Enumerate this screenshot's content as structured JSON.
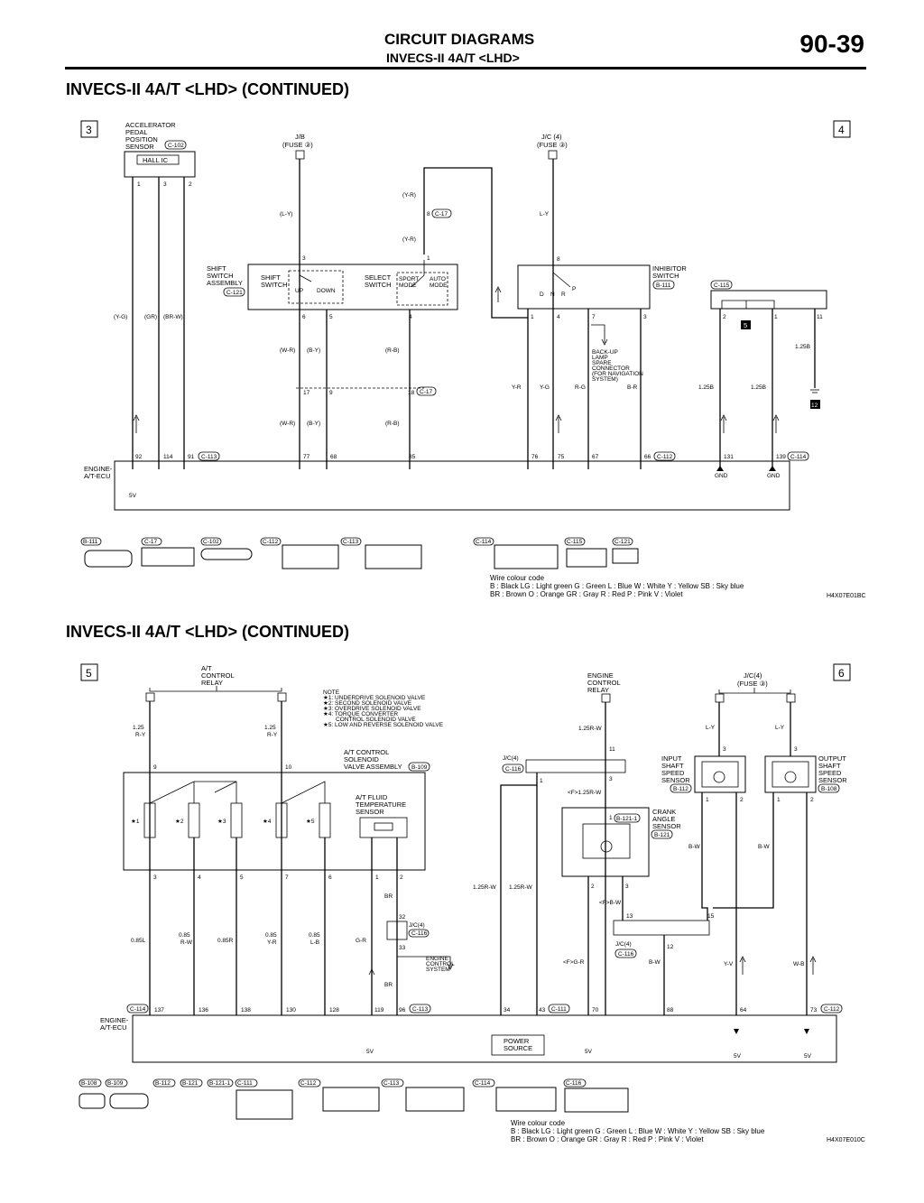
{
  "header": {
    "title": "CIRCUIT DIAGRAMS",
    "subtitle": "INVECS-II 4A/T <LHD>",
    "page_number": "90-39"
  },
  "sections": [
    {
      "title": "INVECS-II 4A/T <LHD> (CONTINUED)",
      "code": "H4X07E01BC"
    },
    {
      "title": "INVECS-II 4A/T <LHD> (CONTINUED)",
      "code": "H4X07E010C"
    }
  ],
  "continuations": {
    "a": "3",
    "b": "4",
    "c": "5",
    "d": "6"
  },
  "wire_colour_legend": {
    "heading": "Wire colour code",
    "line1": "B : Black    LG : Light green    G : Green    L : Blue    W : White    Y : Yellow    SB : Sky blue",
    "line2": "BR : Brown    O : Orange    GR : Gray    R : Red    P : Pink    V : Violet"
  },
  "upper": {
    "accel": [
      "ACCELERATOR",
      "PEDAL",
      "POSITION",
      "SENSOR"
    ],
    "accel_conn": "C-102",
    "hall_ic": "HALL IC",
    "jb": "J/B",
    "fuse3": "(FUSE ③)",
    "jc4": "J/C (4)",
    "shift_assy": [
      "SHIFT",
      "SWITCH",
      "ASSEMBLY"
    ],
    "shift_assy_conn": "C-121",
    "shift_sw": [
      "SHIFT",
      "SWITCH"
    ],
    "up": "UP",
    "down": "DOWN",
    "select_sw": [
      "SELECT",
      "SWITCH"
    ],
    "sport": [
      "SPORT",
      "MODE"
    ],
    "auto": [
      "AUTO",
      "MODE"
    ],
    "inhibitor": [
      "INHIBITOR",
      "SWITCH"
    ],
    "inhibitor_conn": "B-111",
    "backup": [
      "BACK-UP",
      "LAMP",
      "SPARE",
      "CONNECTOR",
      "(FOR NAVIGATION",
      "SYSTEM)"
    ],
    "ecu": [
      "ENGINE-",
      "A/T-ECU"
    ],
    "wires": {
      "yg": "(Y-G)",
      "gr": "(GR)",
      "brw": "(BR-W)",
      "ly": "(L-Y)",
      "ly2": "L-Y",
      "yr": "(Y-R)",
      "wr": "(W-R)",
      "by": "(B-Y)",
      "rb": "(R-B)",
      "yr2": "Y-R",
      "yg2": "Y-G",
      "rg": "R-G",
      "br2": "B-R",
      "b125": "1.25B"
    },
    "conns": {
      "c17": "C-17",
      "c113": "C-113",
      "c112": "C-112",
      "c114": "C-114",
      "c115": "C-115"
    },
    "ecu_pins": [
      "92",
      "114",
      "91",
      "77",
      "68",
      "85",
      "76",
      "75",
      "67",
      "66",
      "131",
      "139"
    ],
    "gnd": "GND",
    "v5": "5V",
    "inhibitor_pos": [
      "D",
      "N",
      "R",
      "P"
    ],
    "connector_labels": [
      "B-111",
      "C-17",
      "C-102",
      "C-112",
      "C-113",
      "C-114",
      "C-115",
      "C-121"
    ],
    "ground_ref_5": "5",
    "ground_ref_12": "12"
  },
  "lower": {
    "relay": [
      "A/T",
      "CONTROL",
      "RELAY"
    ],
    "note": [
      "NOTE",
      "★1: UNDERDRIVE SOLENOID VALVE",
      "★2: SECOND SOLENOID VALVE",
      "★3: OVERDRIVE SOLENOID VALVE",
      "★4: TORQUE CONVERTER",
      "CONTROL SOLENOID VALVE",
      "★5: LOW AND REVERSE SOLENOID VALVE"
    ],
    "solenoid_assy": [
      "A/T CONTROL",
      "SOLENOID",
      "VALVE ASSEMBLY"
    ],
    "solenoid_conn": "B-109",
    "fluid_temp": [
      "A/T FLUID",
      "TEMPERATURE",
      "SENSOR"
    ],
    "engine_relay": [
      "ENGINE",
      "CONTROL",
      "RELAY"
    ],
    "engine_system": [
      "ENGINE",
      "CONTROL",
      "SYSTEM"
    ],
    "jc4": "J/C(4)",
    "fuse3": "(FUSE ③)",
    "input_sensor": [
      "INPUT",
      "SHAFT",
      "SPEED",
      "SENSOR"
    ],
    "input_conn": "B-112",
    "output_sensor": [
      "OUTPUT",
      "SHAFT",
      "SPEED",
      "SENSOR"
    ],
    "output_conn": "B-108",
    "crank": [
      "CRANK",
      "ANGLE",
      "SENSOR"
    ],
    "crank_conn": "B-121",
    "power_source": [
      "POWER",
      "SOURCE"
    ],
    "ecu": [
      "ENGINE-",
      "A/T-ECU"
    ],
    "stars": [
      "★1",
      "★2",
      "★3",
      "★4",
      "★5"
    ],
    "wires": {
      "r125y": "1.25",
      "ry": "R-Y",
      "l085": "0.85L",
      "rw085": "0.85",
      "rw": "R-W",
      "r085": "0.85R",
      "yr085": "0.85",
      "yr": "Y-R",
      "lb085": "0.85",
      "lb": "L-B",
      "gr": "G-R",
      "br": "BR",
      "w125r": "1.25R-W",
      "f125rw": "<F>1.25R-W",
      "fbw": "<F>B-W",
      "fgr": "<F>G-R",
      "bw": "B-W",
      "yv": "Y-V",
      "wb": "W-B",
      "ly": "L-Y"
    },
    "conns": {
      "c114": "C-114",
      "c113": "C-113",
      "c111": "C-111",
      "c112": "C-112",
      "c116": "C-116",
      "b121_1": "B-121-1"
    },
    "ecu_pins": [
      "137",
      "136",
      "138",
      "130",
      "128",
      "119",
      "96",
      "34",
      "43",
      "70",
      "88",
      "64",
      "73"
    ],
    "v5": "5V",
    "connector_labels": [
      "B-108",
      "B-109",
      "B-112",
      "B-121",
      "B-121-1",
      "C-111",
      "C-112",
      "C-113",
      "C-114",
      "C-116"
    ]
  }
}
